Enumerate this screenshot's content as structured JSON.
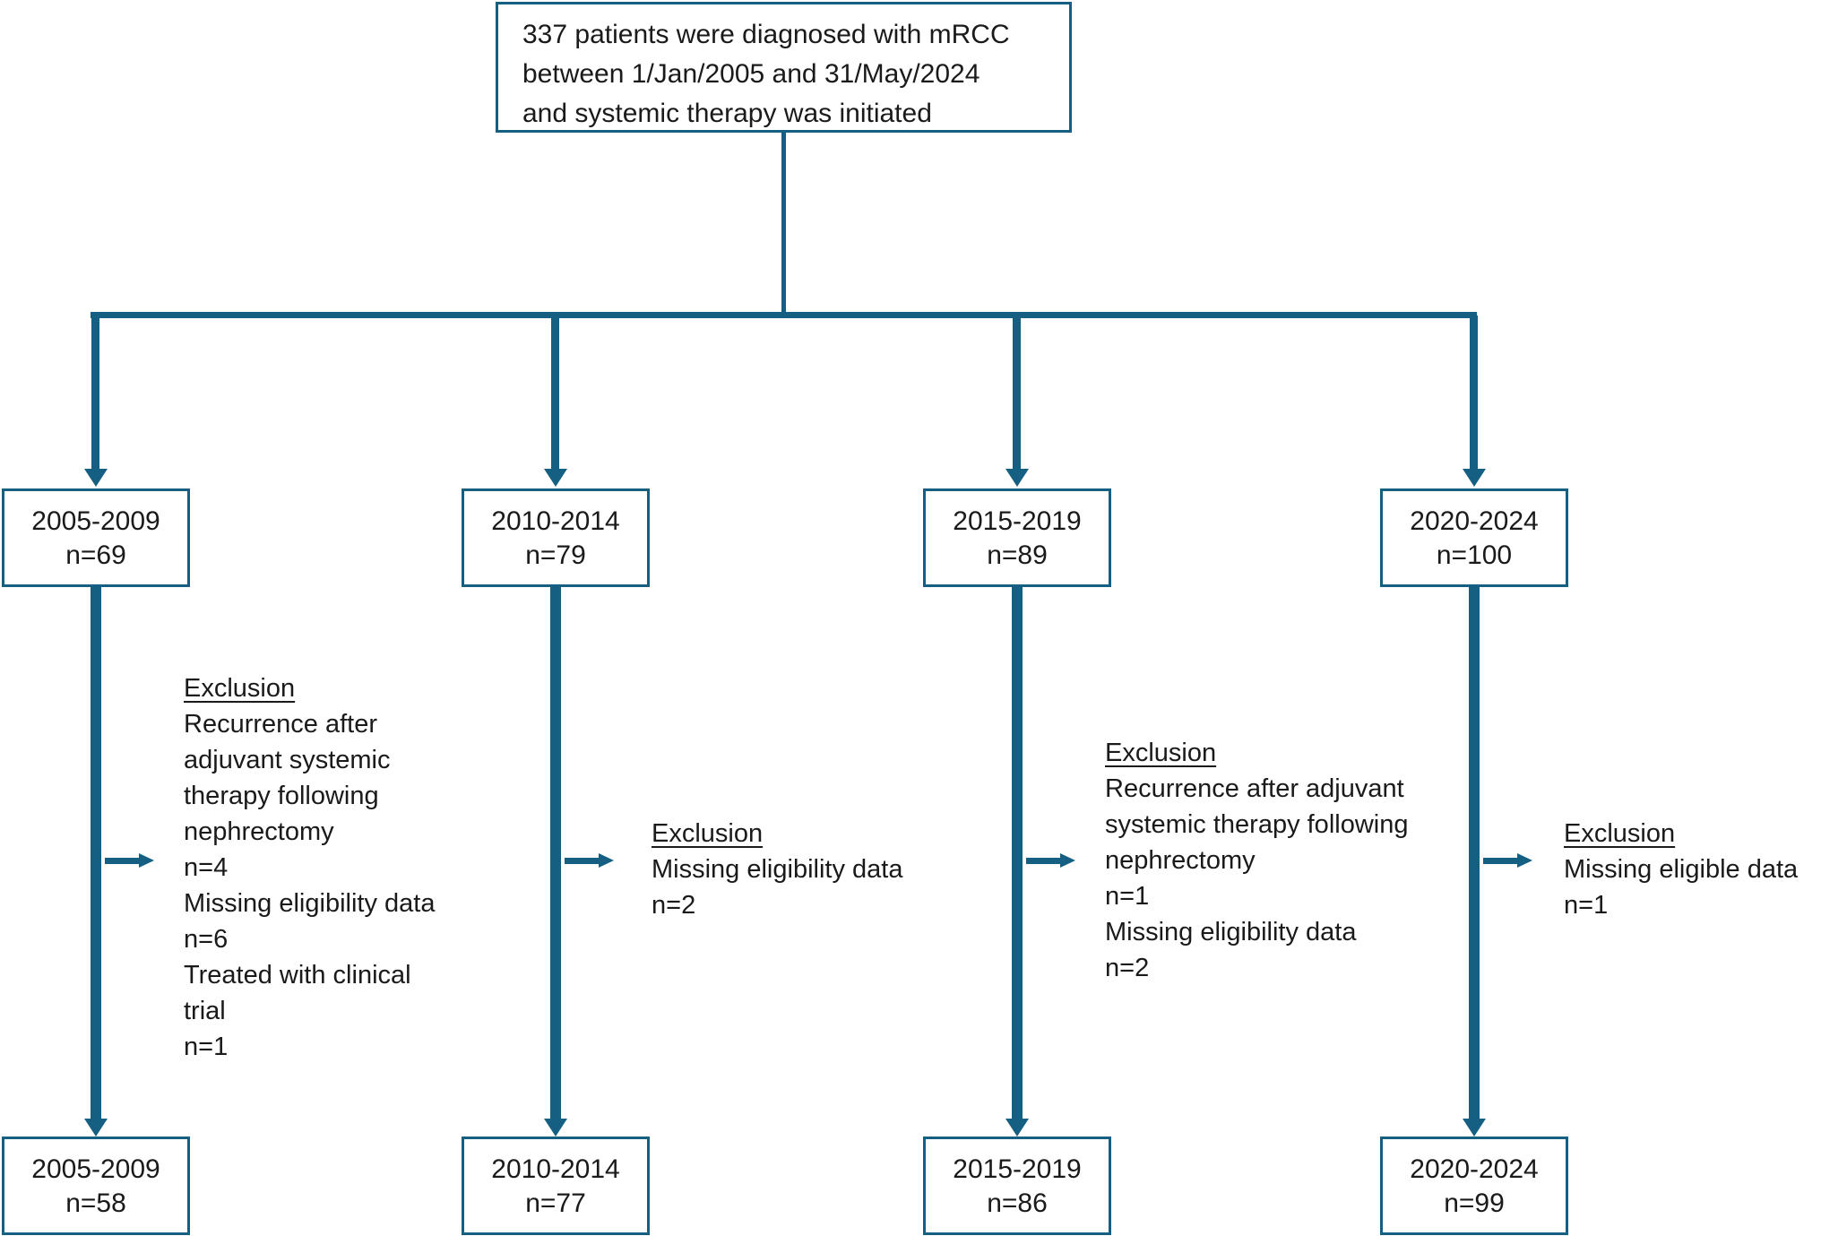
{
  "colors": {
    "accent": "#156082",
    "text": "#1a1a1a",
    "background": "#ffffff"
  },
  "top_box": {
    "lines": [
      "337 patients were diagnosed with mRCC",
      "between 1/Jan/2005 and 31/May/2024",
      "and systemic therapy was initiated"
    ]
  },
  "columns": [
    {
      "period_box": {
        "label": "2005-2009",
        "n": "n=69"
      },
      "exclusion": {
        "heading": "Exclusion",
        "lines": [
          "Recurrence after",
          "adjuvant systemic",
          "therapy following",
          "nephrectomy",
          "n=4",
          "Missing eligibility data",
          "n=6",
          "Treated with clinical",
          "trial",
          "n=1"
        ]
      },
      "final_box": {
        "label": "2005-2009",
        "n": "n=58"
      }
    },
    {
      "period_box": {
        "label": "2010-2014",
        "n": "n=79"
      },
      "exclusion": {
        "heading": "Exclusion",
        "lines": [
          "Missing eligibility data",
          "n=2"
        ]
      },
      "final_box": {
        "label": "2010-2014",
        "n": "n=77"
      }
    },
    {
      "period_box": {
        "label": "2015-2019",
        "n": "n=89"
      },
      "exclusion": {
        "heading": "Exclusion",
        "lines": [
          "Recurrence after adjuvant",
          "systemic therapy following",
          "nephrectomy",
          "n=1",
          "Missing eligibility data",
          "n=2"
        ]
      },
      "final_box": {
        "label": "2015-2019",
        "n": "n=86"
      }
    },
    {
      "period_box": {
        "label": "2020-2024",
        "n": "n=100"
      },
      "exclusion": {
        "heading": "Exclusion",
        "lines": [
          "Missing eligible data",
          "n=1"
        ]
      },
      "final_box": {
        "label": "2020-2024",
        "n": "n=99"
      }
    }
  ]
}
